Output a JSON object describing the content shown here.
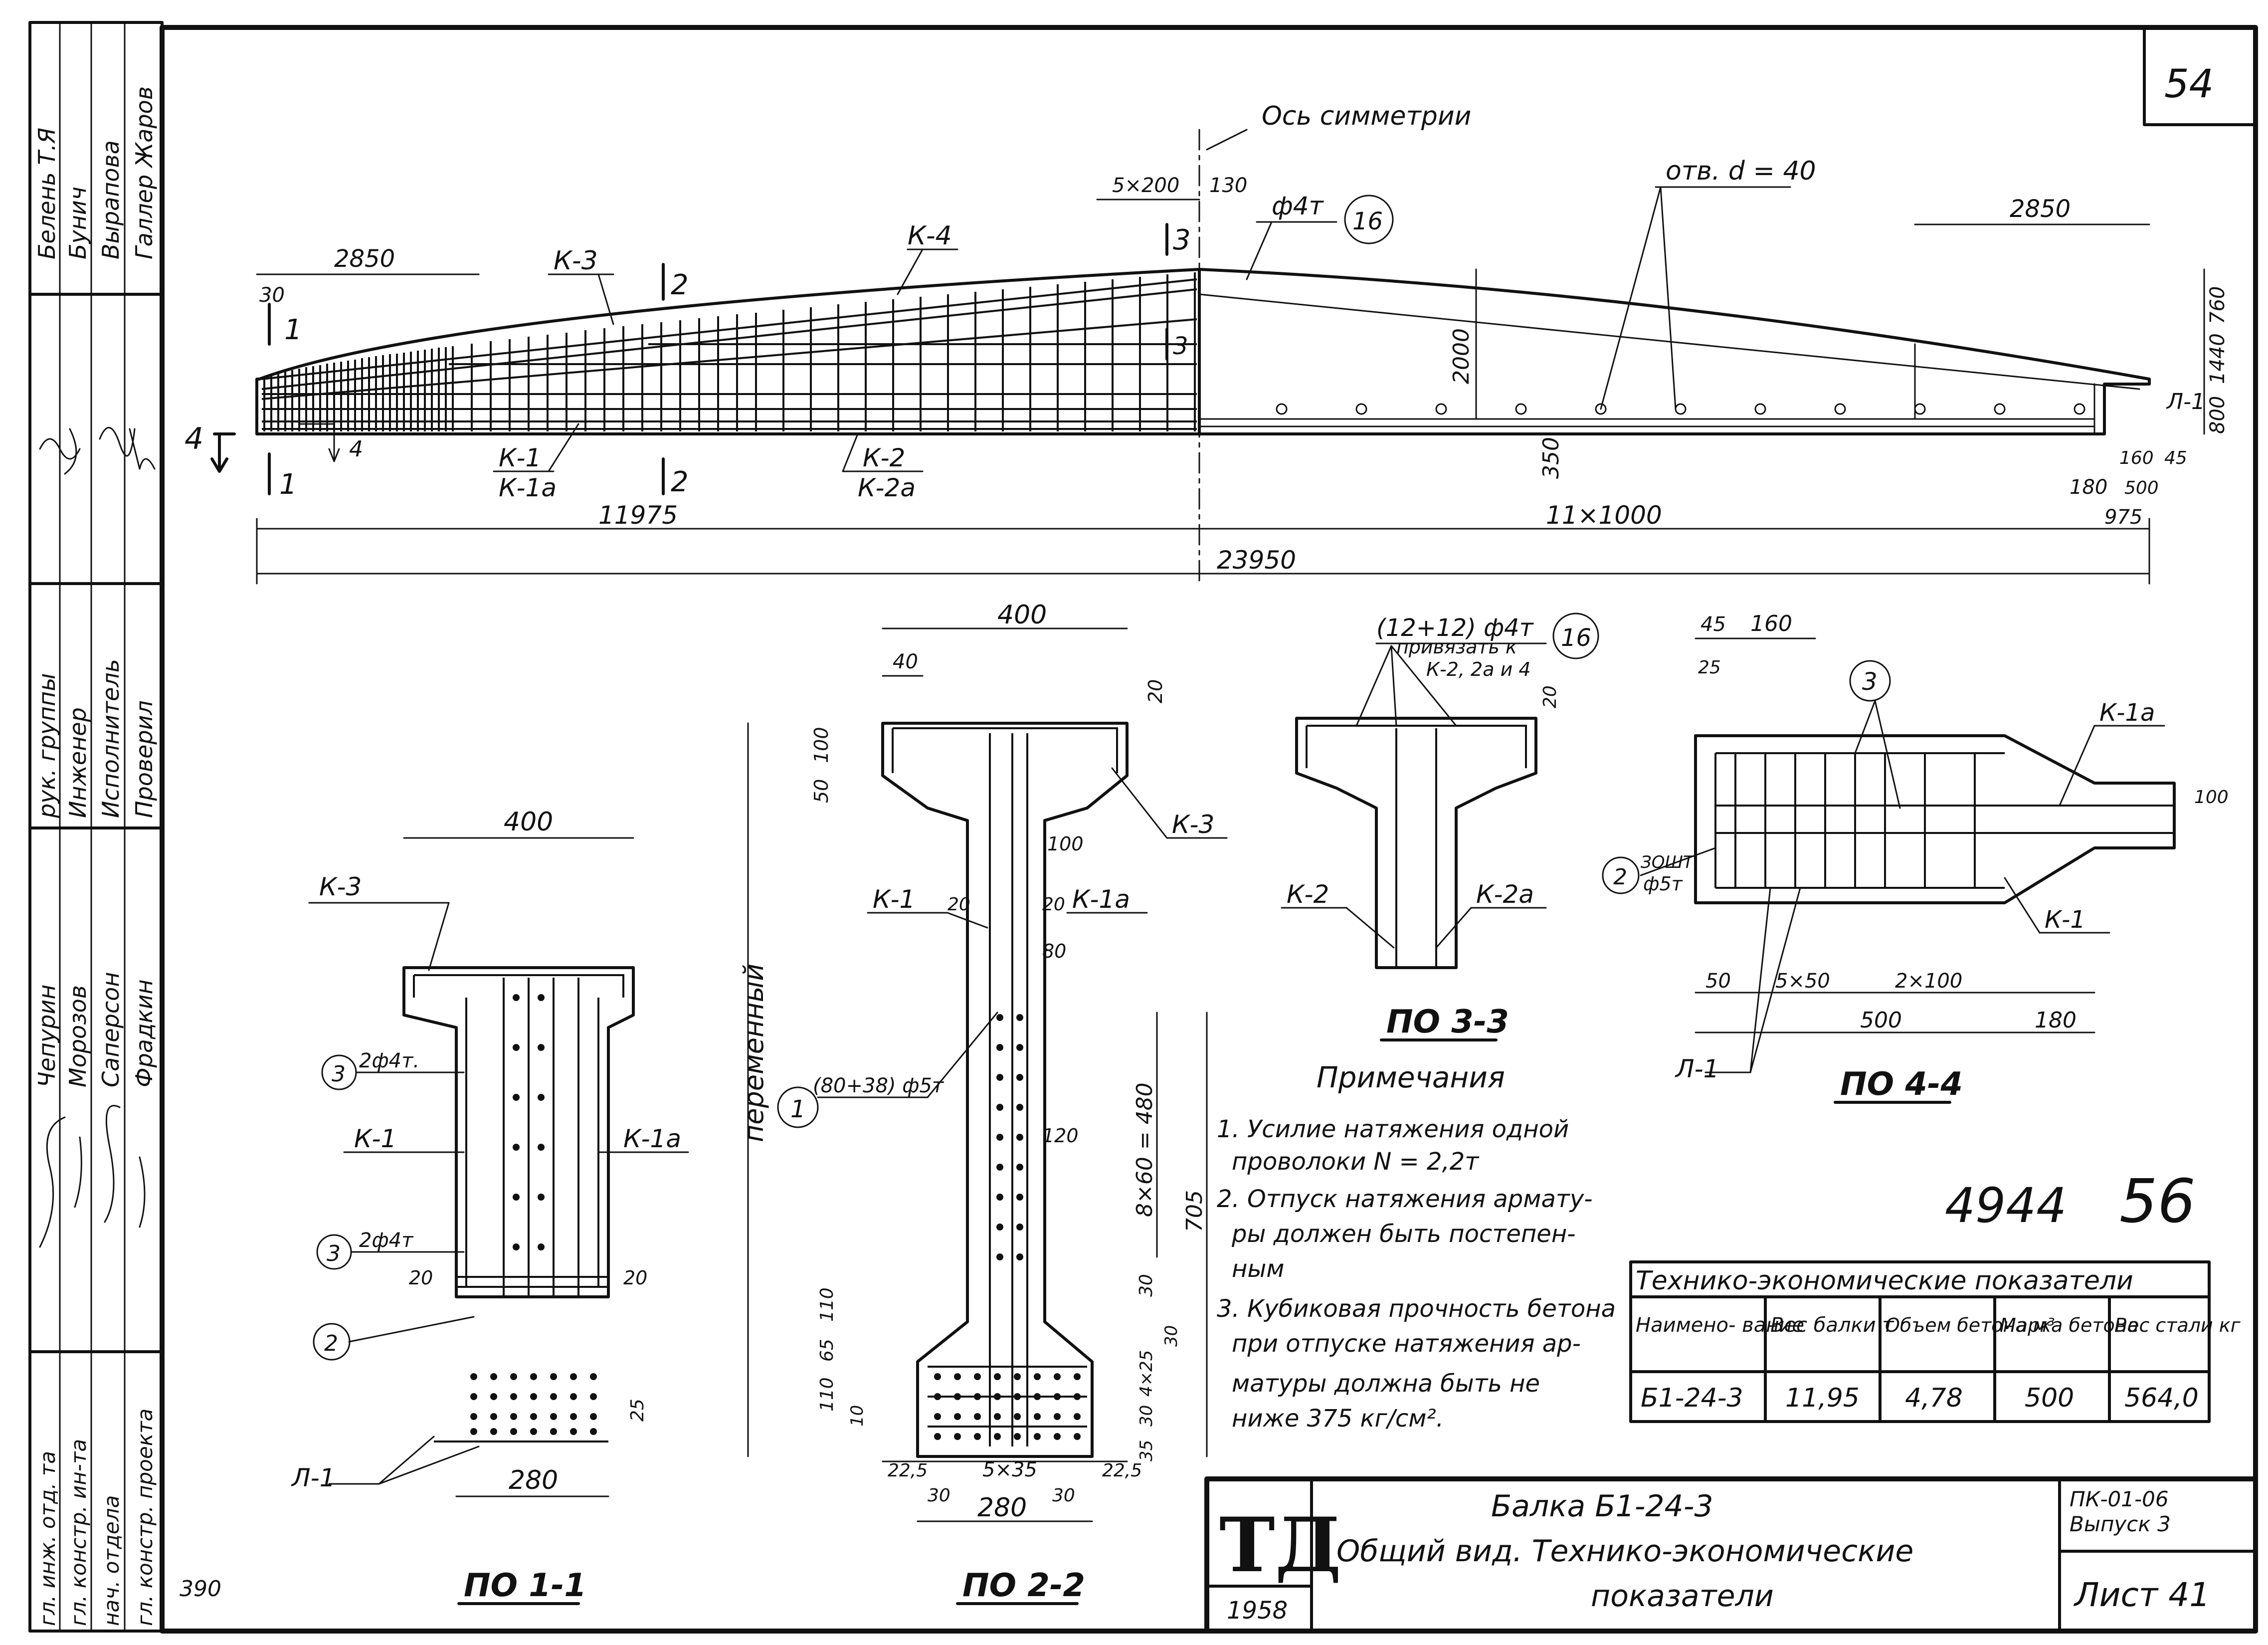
{
  "sheet_no": "54",
  "inventory_no": "4944",
  "inventory_no2": "56",
  "page_note": "390",
  "stamp": {
    "roles_top": [
      "Белень Т.Я",
      "Бунич",
      "Вырапова",
      "Галлер Жаров"
    ],
    "roles_mid": [
      "рук. группы",
      "Инженер",
      "Исполнитель",
      "Проверил"
    ],
    "names_mid": [
      "Чепурин",
      "Морозов",
      "Саперсон",
      "Фрадкин"
    ],
    "roles_bottom": [
      "гл. инж. отд. та",
      "гл. констр. ин-та",
      "нач. отдела",
      "гл. констр. проекта"
    ]
  },
  "elevation": {
    "axis_label": "Ось симметрии",
    "dims": {
      "d2850_left": "2850",
      "d2850_right": "2850",
      "d30": "30",
      "d5x200": "5×200",
      "d130": "130",
      "d2000": "2000",
      "d350": "350",
      "d11975": "11975",
      "d11x1000": "11×1000",
      "d23950": "23950",
      "d975": "975",
      "d180": "180",
      "d160": "160",
      "d45": "45",
      "d500": "500",
      "d760": "760",
      "d1440": "1440",
      "d800": "800"
    },
    "labels": {
      "k1": "К-1",
      "k1a": "К-1а",
      "k2": "К-2",
      "k2a": "К-2а",
      "k3": "К-3",
      "k4": "К-4",
      "l1": "Л-1",
      "phi4t": "ф4т",
      "holes": "отв. d = 40",
      "cut1": "1",
      "cut2": "2",
      "cut3": "3",
      "cut4": "4",
      "mark16": "16"
    }
  },
  "section_1_1": {
    "title": "ПО 1-1",
    "width_top": "400",
    "width_bottom": "280",
    "k1": "К-1",
    "k1a": "К-1а",
    "k3": "К-3",
    "l1": "Л-1",
    "bars_top": "2ф4т.",
    "bars_mid": "2ф4т",
    "mark2": "2",
    "mark3a": "3",
    "mark3b": "3",
    "d20a": "20",
    "d20b": "20",
    "d25": "25"
  },
  "section_2_2": {
    "title": "ПО 2-2",
    "label_var": "переменный",
    "width_top": "400",
    "width_bottom": "280",
    "d40": "40",
    "d20": "20",
    "d100": "100",
    "d50": "50",
    "d100b": "100",
    "d80": "80",
    "d120": "120",
    "d8x60": "8×60 = 480",
    "d705": "705",
    "d30": "30",
    "d110": "110",
    "d65": "65",
    "d110b": "110",
    "d30b": "30",
    "d25x35": "4×25",
    "d30c": "30",
    "d35": "35",
    "d10": "10",
    "d225a": "22,5",
    "d5x35": "5×35",
    "d225b": "22,5",
    "d30d": "30",
    "d30e": "30",
    "k1": "К-1",
    "k1a": "К-1а",
    "k3": "К-3",
    "bars": "(80+38) ф5т",
    "mark1": "1",
    "d20c": "20",
    "d20d": "20"
  },
  "section_3_3": {
    "title": "ПО 3-3",
    "bars": "(12+12) ф4т",
    "note1": "привязать к",
    "note2": "К-2, 2а и 4",
    "mark16": "16",
    "k2": "К-2",
    "k2a": "К-2а",
    "d20": "20"
  },
  "section_4_4": {
    "title": "ПО 4-4",
    "d45": "45",
    "d160": "160",
    "d25": "25",
    "d100": "100",
    "d50": "50",
    "d5x50": "5×50",
    "d2x100": "2×100",
    "d500": "500",
    "d180": "180",
    "k1": "К-1",
    "k1a": "К-1а",
    "l1": "Л-1",
    "mark2": "2",
    "mark3": "3",
    "bars": "ф5т",
    "bars_count": "ЗОШТ"
  },
  "notes": {
    "title": "Примечания",
    "lines": [
      "1. Усилие натяжения одной",
      "проволоки N = 2,2т",
      "2. Отпуск натяжения армату-",
      "ры должен быть постепен-",
      "ным",
      "3. Кубиковая прочность бетона",
      "при отпуске натяжения ар-",
      "матуры должна быть не",
      "ниже 375 кг/см²."
    ]
  },
  "indicators": {
    "title": "Технико-экономические показатели",
    "headers": [
      "Наимено- вание",
      "Вес балки т",
      "Объем бетона м³",
      "Марка бетона",
      "Вес стали кг"
    ],
    "row": [
      "Б1-24-3",
      "11,95",
      "4,78",
      "500",
      "564,0"
    ]
  },
  "title_block": {
    "logo": "ТД",
    "year": "1958",
    "title1": "Балка Б1-24-3",
    "title2": "Общий вид. Технико-экономические",
    "title3": "показатели",
    "series1": "ПК-01-06",
    "series2": "Выпуск 3",
    "sheet": "Лист 41"
  }
}
